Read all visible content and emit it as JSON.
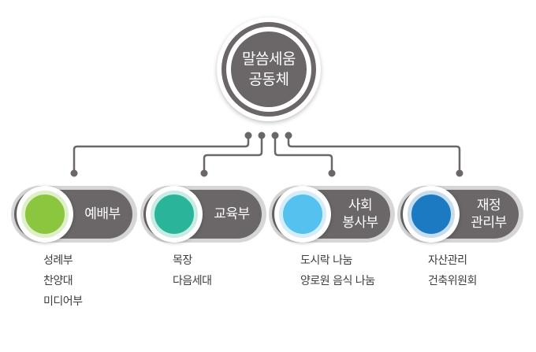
{
  "root": {
    "line1": "말씀세움",
    "line2": "공동체"
  },
  "colors": {
    "node_fill": "#6b6667",
    "connector": "#6b6667",
    "accent_worship": "#8cc63f",
    "accent_education": "#2ab59a",
    "accent_social": "#55c1ee",
    "accent_finance": "#1c7ac2"
  },
  "departments": [
    {
      "line1": "예배부",
      "line2": "",
      "items": [
        "성례부",
        "찬양대",
        "미디어부"
      ]
    },
    {
      "line1": "교육부",
      "line2": "",
      "items": [
        "목장",
        "다음세대"
      ]
    },
    {
      "line1": "사회",
      "line2": "봉사부",
      "items": [
        "도시락 나눔",
        "양로원 음식 나눔"
      ]
    },
    {
      "line1": "재정",
      "line2": "관리부",
      "items": [
        "자산관리",
        "건축위원회"
      ]
    }
  ]
}
